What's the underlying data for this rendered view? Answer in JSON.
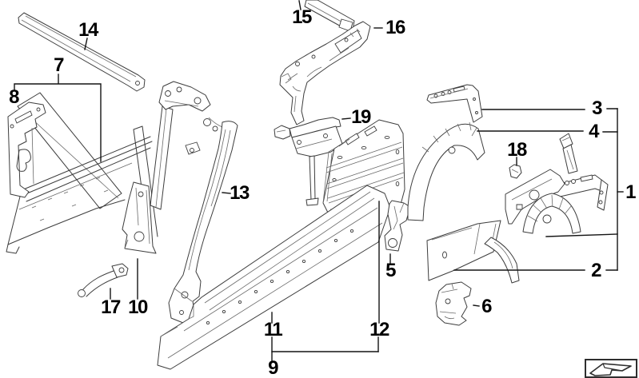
{
  "diagram": {
    "type": "exploded-parts-line-diagram",
    "description": "car body side frame single components",
    "callouts": [
      {
        "number": "1"
      },
      {
        "number": "2"
      },
      {
        "number": "3"
      },
      {
        "number": "4"
      },
      {
        "number": "5"
      },
      {
        "number": "6"
      },
      {
        "number": "7"
      },
      {
        "number": "8"
      },
      {
        "number": "9"
      },
      {
        "number": "10"
      },
      {
        "number": "11"
      },
      {
        "number": "12"
      },
      {
        "number": "13"
      },
      {
        "number": "14"
      },
      {
        "number": "15"
      },
      {
        "number": "16"
      },
      {
        "number": "17"
      },
      {
        "number": "18"
      },
      {
        "number": "19"
      }
    ]
  },
  "icons": {
    "brand_logo": "angled-flag-logo"
  },
  "colors": {
    "background": "#ffffff",
    "line_art": "#3d3d3d",
    "label_text": "#000000"
  }
}
